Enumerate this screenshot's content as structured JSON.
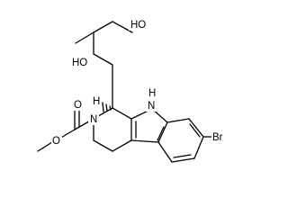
{
  "molecule": {
    "atom_labels": {
      "oh_terminal": "HO",
      "oh_secondary": "HO",
      "nh": "H",
      "nh_n": "N",
      "stereo_h": "H",
      "br": "Br",
      "n_carbamate": "N",
      "o_carbonyl": "O",
      "o_ester": "O"
    }
  }
}
